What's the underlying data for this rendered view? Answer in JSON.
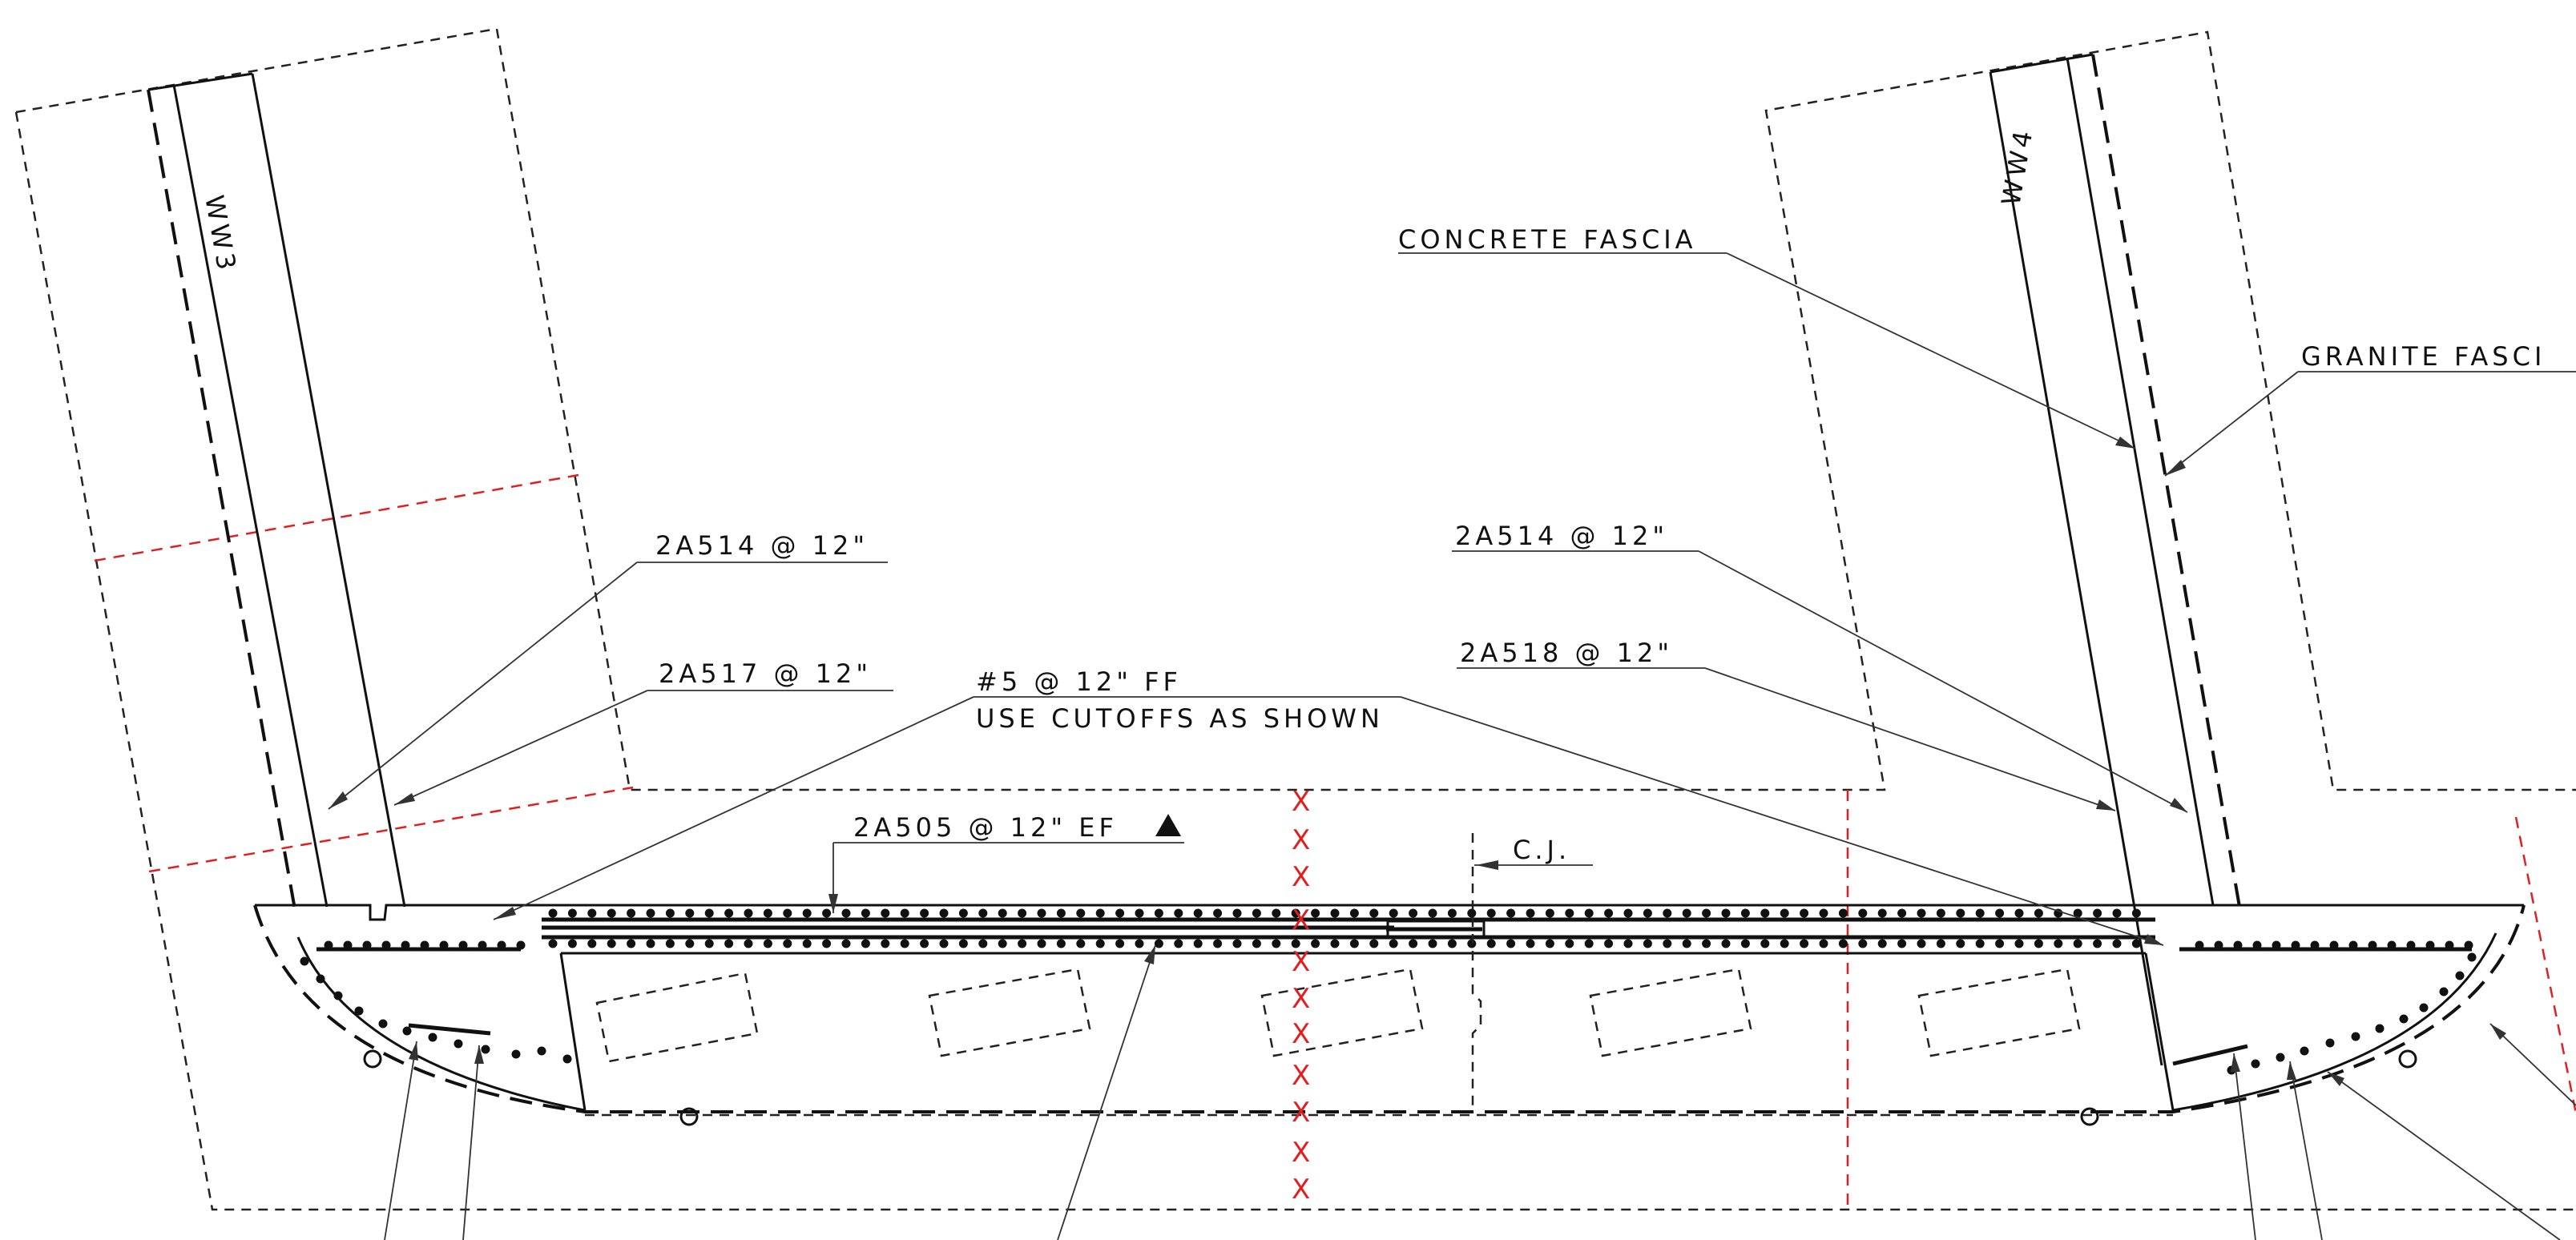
{
  "colors": {
    "ink": "#111111",
    "cut_line": "#e02020",
    "background": "#ffffff"
  },
  "walls": {
    "left": "WW3",
    "right": "WW4"
  },
  "labels": {
    "concrete_fascia": "CONCRETE FASCIA",
    "granite_fascia": "GRANITE FASCI",
    "left_top_bar": "2A514 @ 12\"",
    "left_mid_bar": "2A517 @ 12\"",
    "center_bar_line1": "#5 @ 12\" FF",
    "center_bar_line2": "USE CUTOFFS AS SHOWN",
    "ef_bar": "2A505 @ 12\" EF",
    "right_top_bar": "2A514 @ 12\"",
    "right_mid_bar": "2A518 @ 12\"",
    "construction_joint": "C.J."
  },
  "symbols": {
    "ef_marker": "filled-triangle",
    "cut_mark": "X"
  }
}
